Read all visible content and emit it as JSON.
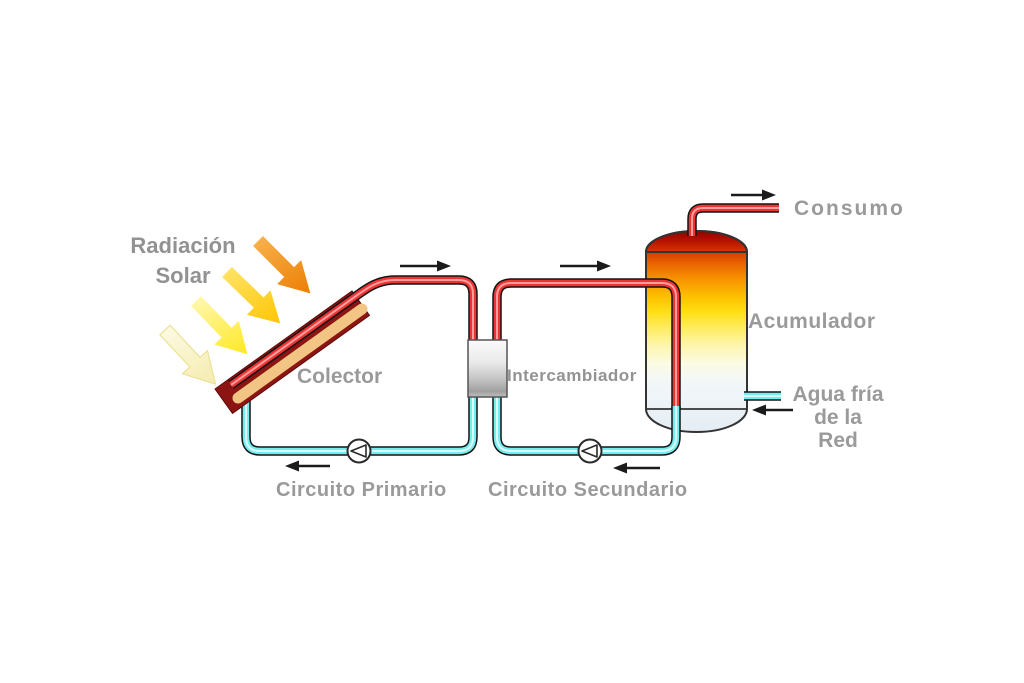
{
  "labels": {
    "radiacion_line1": "Radiación",
    "radiacion_line2": "Solar",
    "colector": "Colector",
    "intercambiador": "Intercambiador",
    "consumo": "Consumo",
    "acumulador": "Acumulador",
    "agua_fria_line1": "Agua fría",
    "agua_fria_line2": "de la",
    "agua_fria_line3": "Red",
    "circuito_primario": "Circuito Primario",
    "circuito_secundario": "Circuito Secundario"
  },
  "colors": {
    "background": "#ffffff",
    "label_text": "#9a9a9a",
    "hot_pipe": "#ed3333",
    "hot_pipe_highlight": "#ff9d9d",
    "cold_pipe": "#76ecef",
    "cold_pipe_highlight": "#d9fbfc",
    "pipe_outline": "#141414",
    "collector_panel": "#8c1513",
    "collector_absorber_stripe": "#f2c585",
    "tank_dome_top": "#8f0300",
    "tank_gradient_hot": "#d63c00",
    "tank_gradient_warm": "#ffdf12",
    "tank_gradient_cool": "#e4edf4",
    "exchanger_fill_light": "#fbfbfb",
    "exchanger_fill_dark": "#9f9f9f",
    "sun_arrow_strong": "#ec7d04",
    "sun_arrow_medium": "#fec501",
    "sun_arrow_weak": "#ffe81e",
    "sun_arrow_faint": "#f5ecae",
    "flow_arrow": "#1b1b1b",
    "pump_symbol": "#2a2a2a"
  },
  "flow": {
    "primary_top_direction": "right",
    "secondary_top_direction": "right",
    "consumo_direction": "right",
    "cold_inlet_direction": "left",
    "primary_bottom_direction": "left",
    "secondary_bottom_direction": "left"
  }
}
